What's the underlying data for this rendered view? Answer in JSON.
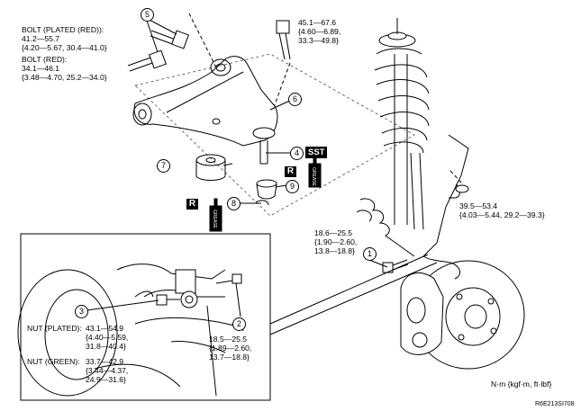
{
  "callouts": {
    "c1": "1",
    "c2": "2",
    "c3": "3",
    "c4": "4",
    "c5": "5",
    "c6": "6",
    "c7": "7",
    "c8": "8",
    "c9": "9"
  },
  "tags": {
    "sst": "SST",
    "r_top": "R",
    "r_left": "R"
  },
  "grease_label": "GREASE",
  "torque_specs": {
    "bolt_plated_red": {
      "title": "BOLT (PLATED (RED)):",
      "lines": [
        "41.2—55.7",
        "{4.20—5.67, 30.4—41.0}"
      ]
    },
    "bolt_red": {
      "title": "BOLT (RED):",
      "lines": [
        "34.1—46.1",
        "{3.48—4.70, 25.2—34.0}"
      ]
    },
    "top_bolt": {
      "lines": [
        "45.1—67.6",
        "{4.60—6.89,",
        "33.3—49.8}"
      ]
    },
    "nut_right": {
      "lines": [
        "39.5—53.4",
        "{4.03—5.44, 29.2—39.3}"
      ]
    },
    "bracket_bolt_1": {
      "lines": [
        "18.6—25.5",
        "{1.90—2.60,",
        "13.8—18.8}"
      ]
    },
    "bracket_bolt_2": {
      "lines": [
        "18.5—25.5",
        "{1.89—2.60,",
        "13.7—18.8}"
      ]
    },
    "nut_plated": {
      "title": "NUT (PLATED):",
      "lines": [
        "43.1—54.9",
        "{4.40—5.59,",
        "31.8—40.4}"
      ]
    },
    "nut_green": {
      "title": "NUT (GREEN):",
      "lines": [
        "33.7—42.9",
        "{3.44—4.37,",
        "24.9—31.6}"
      ]
    }
  },
  "units": "N·m {kgf·m, ft·lbf}",
  "figure_code": "R6E213SI708"
}
